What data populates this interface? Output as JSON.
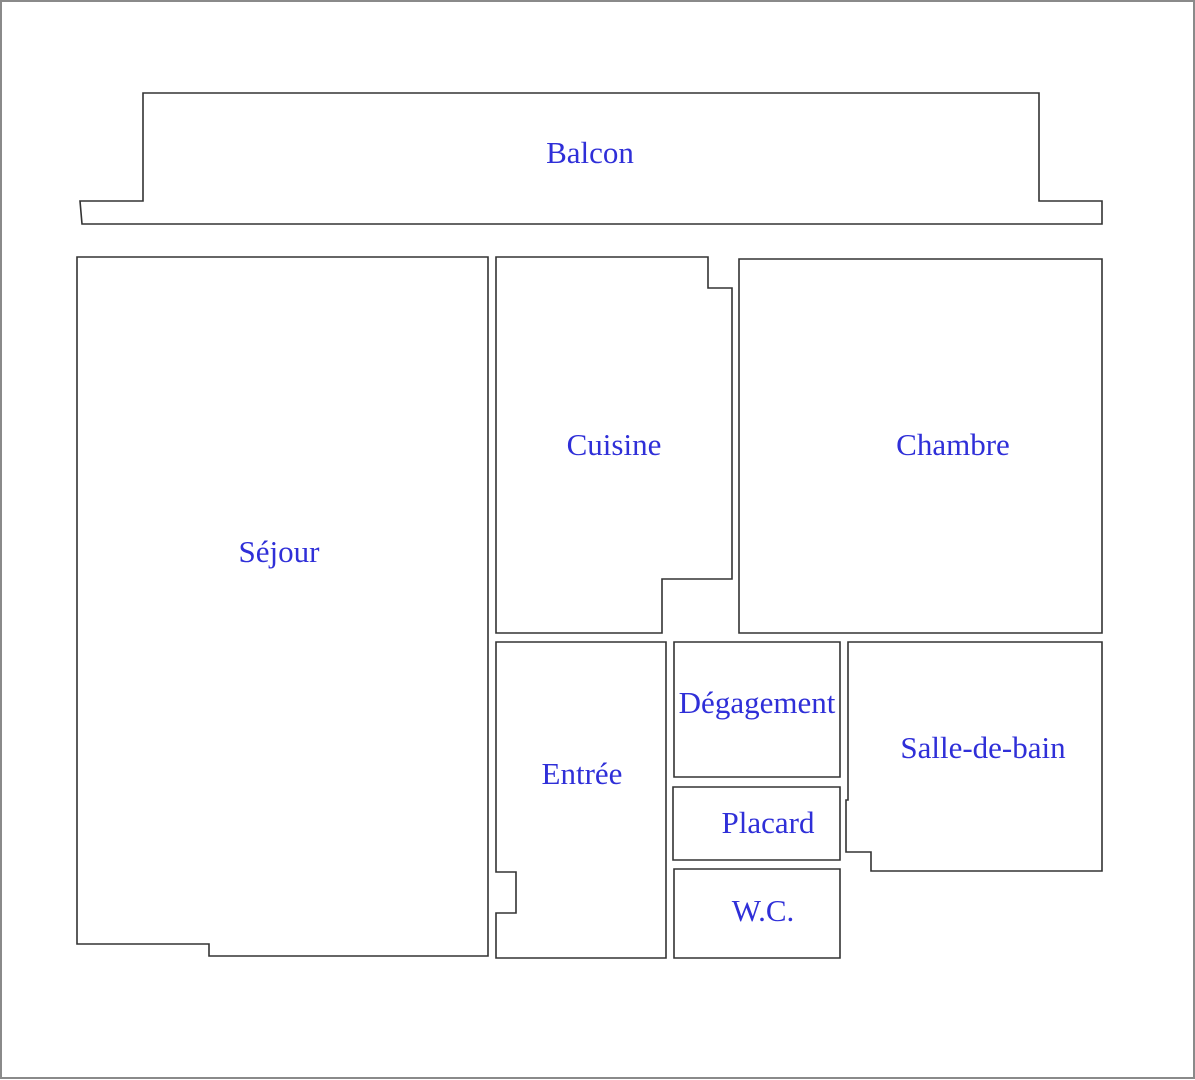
{
  "plan": {
    "label_color": "#2f2fd8",
    "wall_color": "#333333",
    "rooms": {
      "balcon": {
        "label": "Balcon"
      },
      "sejour": {
        "label": "Séjour"
      },
      "cuisine": {
        "label": "Cuisine"
      },
      "chambre": {
        "label": "Chambre"
      },
      "entree": {
        "label": "Entrée"
      },
      "degagement": {
        "label": "Dégagement"
      },
      "placard": {
        "label": "Placard"
      },
      "wc": {
        "label": "W.C."
      },
      "salle_de_bain": {
        "label": "Salle-de-bain"
      }
    }
  }
}
